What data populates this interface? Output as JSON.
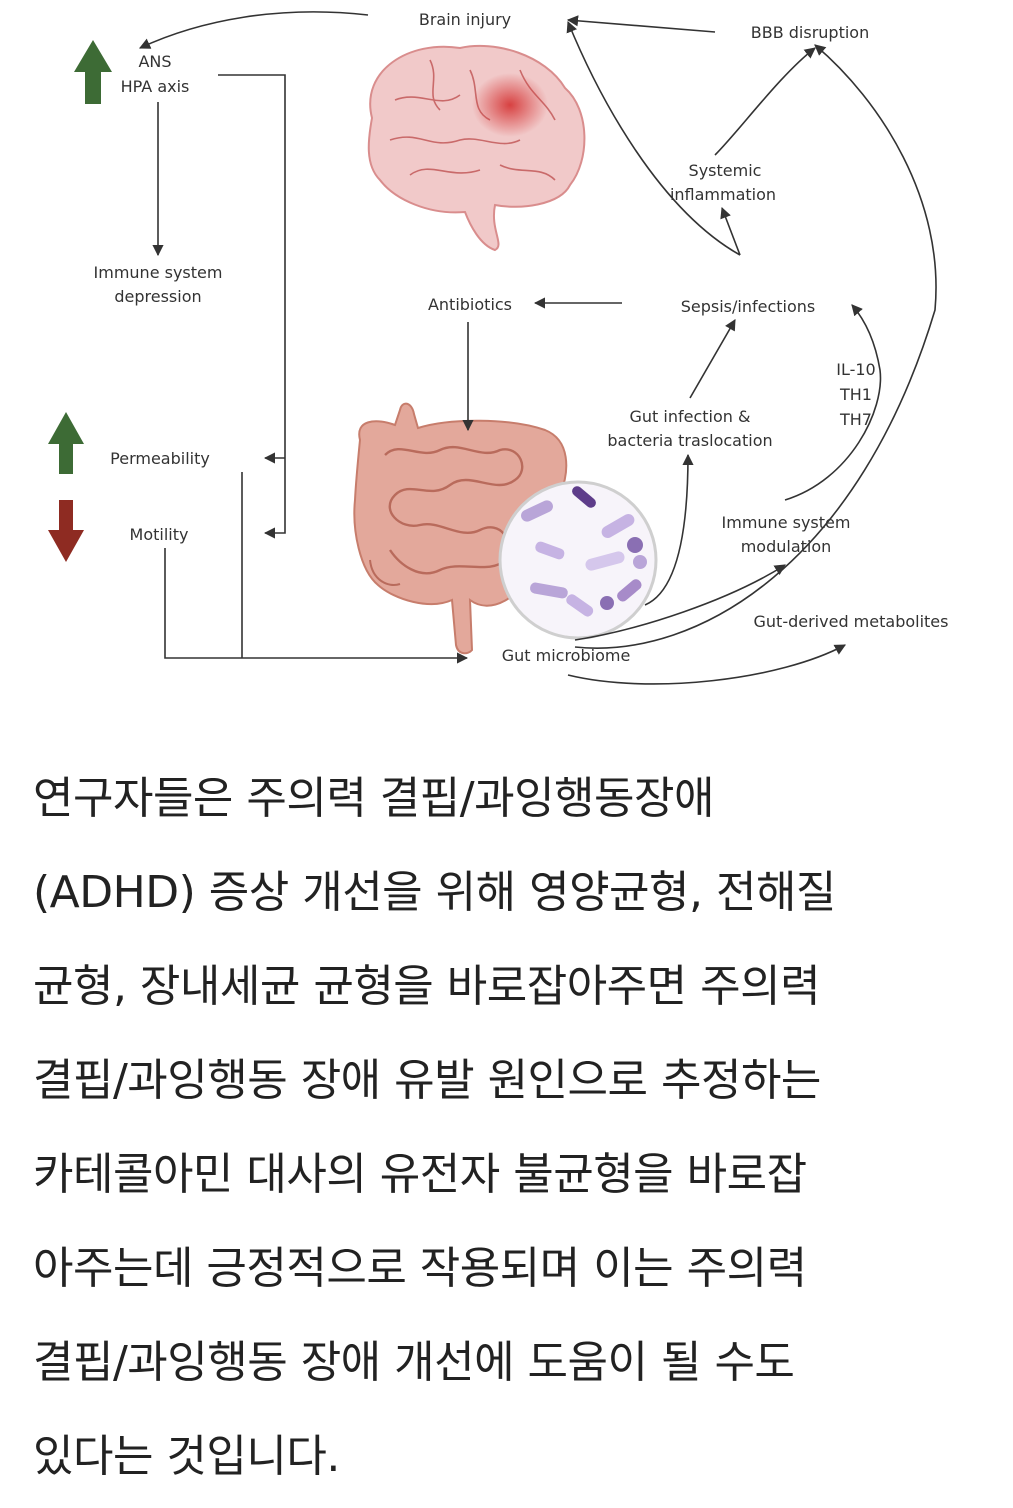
{
  "diagram": {
    "nodes": {
      "brain_injury": "Brain injury",
      "bbb_disruption": "BBB disruption",
      "ans": "ANS",
      "hpa_axis": "HPA axis",
      "systemic_inflammation_1": "Systemic",
      "systemic_inflammation_2": "inflammation",
      "immune_depression_1": "Immune system",
      "immune_depression_2": "depression",
      "antibiotics": "Antibiotics",
      "sepsis": "Sepsis/infections",
      "il10": "IL-10",
      "th1": "TH1",
      "th7": "TH7",
      "gut_infection_1": "Gut infection &",
      "gut_infection_2": "bacteria traslocation",
      "permeability": "Permeability",
      "motility": "Motility",
      "immune_modulation_1": "Immune system",
      "immune_modulation_2": "modulation",
      "gut_metabolites": "Gut-derived metabolites",
      "gut_microbiome": "Gut microbiome"
    },
    "colors": {
      "up_arrow": "#3d6b35",
      "down_arrow": "#8e2b22",
      "brain": "#f1c9c9",
      "brain_injury": "#d63a3a",
      "intestine": "#e3a89b",
      "bacteria": "#a78bc9"
    },
    "indicators": {
      "ans_hpa": "up-arrow-icon",
      "permeability": "up-arrow-icon",
      "motility": "down-arrow-icon"
    }
  },
  "article": {
    "lines": [
      "연구자들은 주의력 결핍/과잉행동장애",
      "(ADHD) 증상 개선을 위해 영양균형, 전해질",
      "균형, 장내세균 균형을 바로잡아주면 주의력",
      "결핍/과잉행동 장애 유발 원인으로 추정하는",
      "카테콜아민 대사의 유전자 불균형을 바로잡",
      "아주는데 긍정적으로 작용되며 이는 주의력",
      "결핍/과잉행동 장애 개선에 도움이 될 수도",
      "있다는 것입니다."
    ]
  }
}
